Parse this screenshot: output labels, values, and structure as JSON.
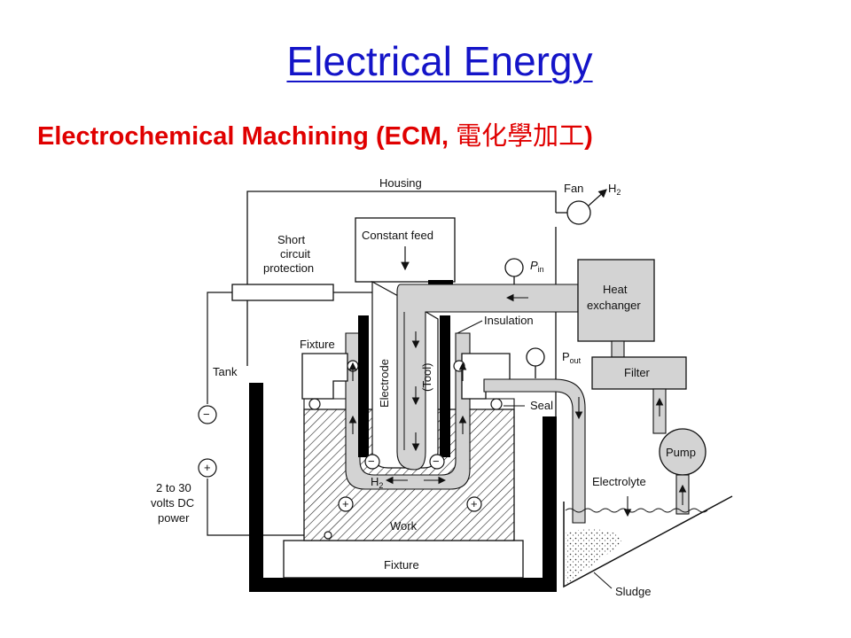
{
  "title": "Electrical Energy",
  "subtitle": {
    "main": "Electrochemical Machining (ECM, ",
    "cjk": "電化學加工",
    "close": ")"
  },
  "labels": {
    "housing": "Housing",
    "fan": "Fan",
    "h2_top": "H",
    "h2_top_sub": "2",
    "short1": "Short",
    "short2": "circuit",
    "short3": "protection",
    "constant_feed": "Constant feed",
    "pin": "P",
    "pin_sub": "in",
    "heat1": "Heat",
    "heat2": "exchanger",
    "insulation": "Insulation",
    "fixture_top": "Fixture",
    "tank": "Tank",
    "electrode": "Electrode",
    "tool": "(Tool)",
    "pout": "P",
    "pout_sub": "out",
    "filter": "Filter",
    "seal": "Seal",
    "pump": "Pump",
    "minus": "−",
    "plus": "+",
    "h2_bottom": "H",
    "h2_bottom_sub": "2",
    "electrolyte": "Electrolyte",
    "volts1": "2 to 30",
    "volts2": "volts DC",
    "volts3": "power",
    "work": "Work",
    "fixture_bottom": "Fixture",
    "sludge": "Sludge"
  },
  "colors": {
    "title": "#1414c8",
    "subtitle": "#e00000",
    "electrolyte_fill": "#d3d3d3",
    "metal": "#000000"
  }
}
